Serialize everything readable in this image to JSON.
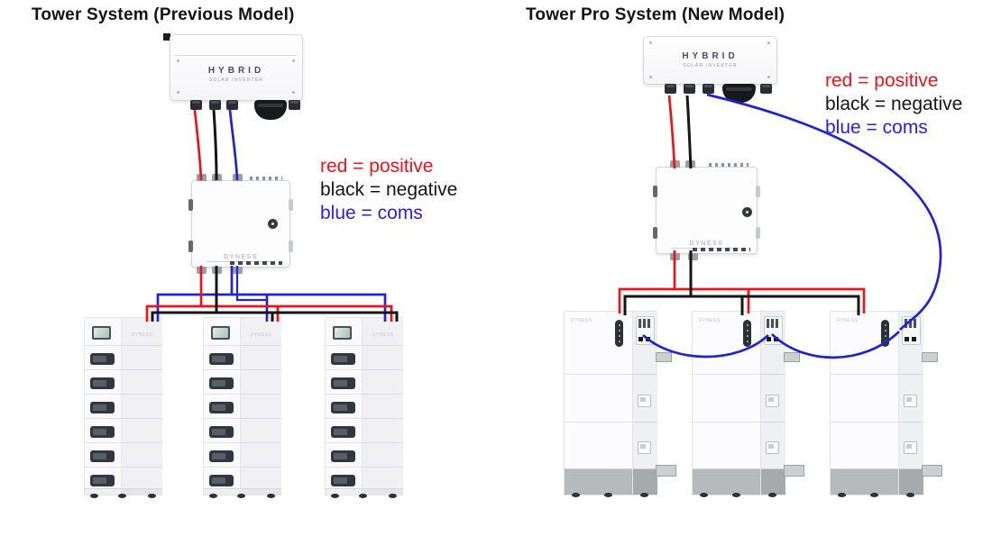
{
  "left": {
    "title": "Tower System (Previous Model)",
    "inverter": {
      "label": "HYBRID",
      "sublabel": "SOLAR INVERTER"
    },
    "combiner": {
      "brand": "DYNESS"
    },
    "legend": [
      {
        "text": "red = positive",
        "color": "#e8151c"
      },
      {
        "text": "black = negative",
        "color": "#161616"
      },
      {
        "text": "blue = coms",
        "color": "#2a1ee0"
      }
    ],
    "towers": [
      {
        "brand": "DYNESS"
      },
      {
        "brand": "DYNESS"
      },
      {
        "brand": "DYNESS"
      }
    ]
  },
  "right": {
    "title": "Tower Pro System (New Model)",
    "inverter": {
      "label": "HYBRID",
      "sublabel": "SOLAR INVERTER"
    },
    "combiner": {
      "brand": "DYNESS"
    },
    "legend": [
      {
        "text": "red = positive",
        "color": "#e8151c"
      },
      {
        "text": "black = negative",
        "color": "#161616"
      },
      {
        "text": "blue = coms",
        "color": "#2a1ee0"
      }
    ],
    "towers": [
      {
        "brand": "DYNESS"
      },
      {
        "brand": "DYNESS"
      },
      {
        "brand": "DYNESS"
      }
    ]
  },
  "wire_colors": {
    "positive": "#e8151c",
    "negative": "#151515",
    "coms": "#2222cf"
  }
}
